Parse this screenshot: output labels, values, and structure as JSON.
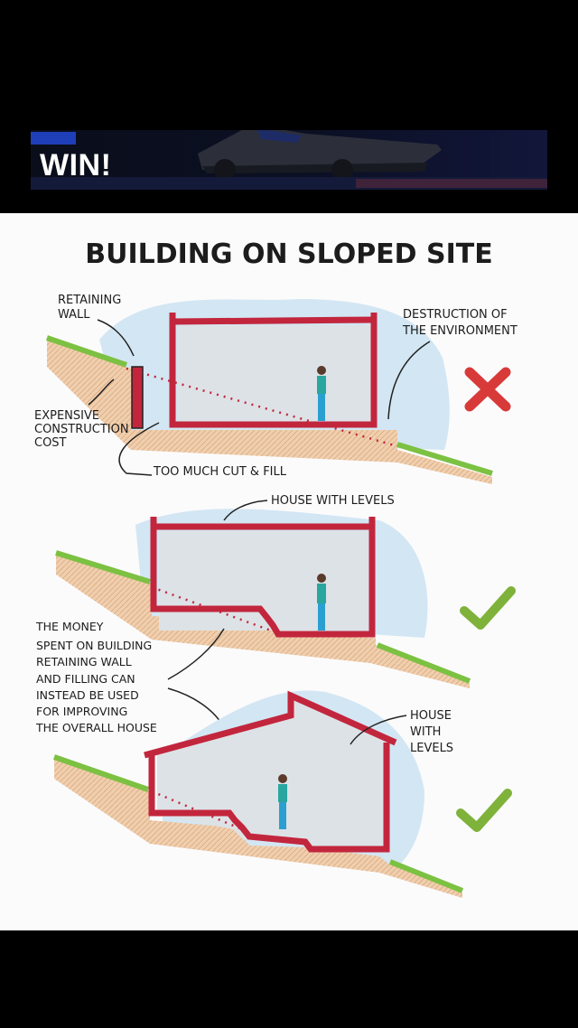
{
  "banner": {
    "promo_text": "WIN!"
  },
  "diagram": {
    "title": "BUILDING ON SLOPED SITE",
    "section1": {
      "retaining_wall": [
        "RETAINING",
        "WALL"
      ],
      "expensive_cost": [
        "EXPENSIVE",
        "CONSTRUCTION",
        "COST"
      ],
      "cut_fill": "TOO MUCH CUT & FILL",
      "destruction": [
        "DESTRUCTION OF",
        "THE ENVIRONMENT"
      ]
    },
    "section2": {
      "house_levels": "HOUSE WITH LEVELS",
      "money_note": [
        "THE MONEY",
        "SPENT ON BUILDING",
        "RETAINING WALL",
        "AND FILLING CAN",
        "INSTEAD BE USED",
        "FOR IMPROVING",
        "THE OVERALL HOUSE"
      ]
    },
    "section3": {
      "house_levels": [
        "HOUSE",
        "WITH",
        "LEVELS"
      ]
    },
    "colors": {
      "wall": "#c2263d",
      "soil": "#f0cfae",
      "grass": "#7cc142",
      "sky": "#d3e6f3",
      "interior": "#dde2e6",
      "cross": "#d83a3a",
      "check": "#7fb23a",
      "person_top": "#2aa6a0",
      "person_pants": "#2a9fd0"
    },
    "icons": [
      "cross-icon",
      "check-icon",
      "check-icon"
    ]
  }
}
